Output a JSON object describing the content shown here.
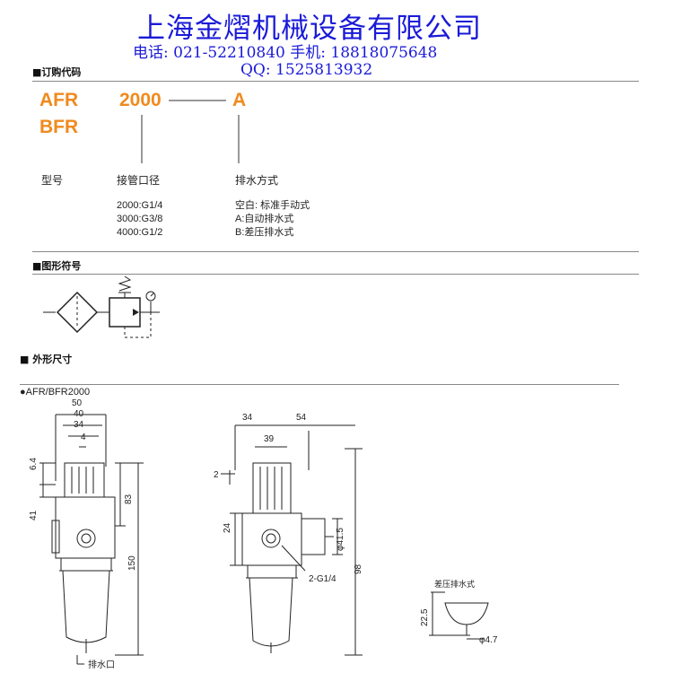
{
  "header": {
    "company": "上海金熠机械设备有限公司",
    "phone": "电话: 021-52210840 手机: 18818075648",
    "qq": "QQ: 1525813932"
  },
  "order_code": {
    "section_title": "■订购代码",
    "model_afr": "AFR",
    "model_bfr": "BFR",
    "size_code": "2000",
    "drain_code": "A",
    "model_label": "型号",
    "port_label": "接管口径",
    "drain_label": "排水方式",
    "port_options": [
      "2000:G1/4",
      "3000:G3/8",
      "4000:G1/2"
    ],
    "drain_options": [
      "空白: 标准手动式",
      "A:自动排水式",
      "B:差压排水式"
    ]
  },
  "symbol": {
    "section_title": "■图形符号"
  },
  "dimensions": {
    "section_title": "■ 外形尺寸",
    "model_title": "●AFR/BFR2000",
    "front": {
      "top_dims": [
        "50",
        "40",
        "34",
        "4"
      ],
      "d64": "6.4",
      "d41": "41",
      "d83": "83",
      "d150": "150",
      "drain_port": "排水口"
    },
    "side": {
      "d34": "34",
      "d54": "54",
      "d39": "39",
      "d2": "2",
      "d24": "24",
      "d415": "φ41.5",
      "d98": "98",
      "port": "2-G1/4"
    },
    "drain_detail": {
      "title": "差压排水式",
      "d225": "22.5",
      "d47": "φ4.7"
    }
  }
}
